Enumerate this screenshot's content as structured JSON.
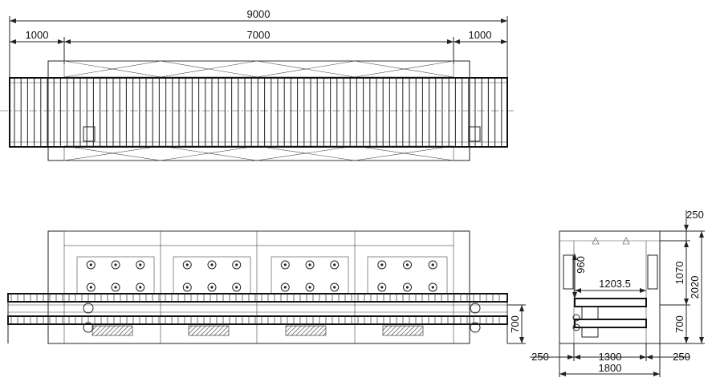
{
  "top_view": {
    "overall_dim": "9000",
    "left_dim": "1000",
    "middle_dim": "7000",
    "right_dim": "1000"
  },
  "front_view": {
    "height_dim": "700"
  },
  "side_view": {
    "top_dim": "250",
    "upper_dim": "1070",
    "total_height_dim": "2020",
    "lower_dim": "700",
    "inner_height_dim": "960",
    "inner_width_dim": "1203.5",
    "left_bottom_dim": "250",
    "width_dim": "1300",
    "right_bottom_dim": "250",
    "overall_width_dim": "1800"
  }
}
